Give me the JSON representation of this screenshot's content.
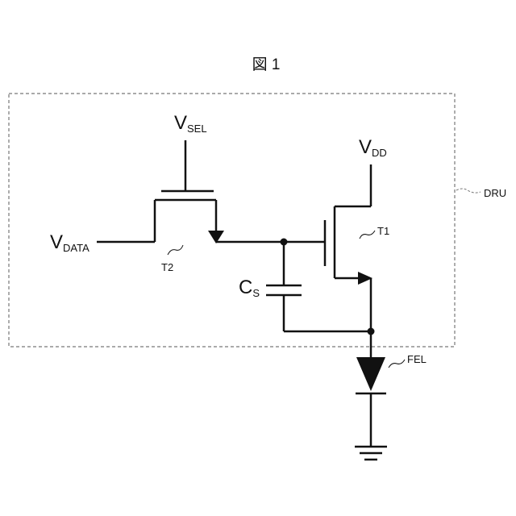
{
  "figure": {
    "title": "図 1"
  },
  "labels": {
    "vsel": {
      "main": "V",
      "sub": "SEL"
    },
    "vdd": {
      "main": "V",
      "sub": "DD"
    },
    "vdata": {
      "main": "V",
      "sub": "DATA"
    },
    "cs": {
      "main": "C",
      "sub": "S"
    },
    "t1": "T1",
    "t2": "T2",
    "dru": "DRU",
    "fel": "FEL"
  },
  "colors": {
    "line": "#111111",
    "dashed_box": "#777777",
    "background": "#ffffff"
  }
}
